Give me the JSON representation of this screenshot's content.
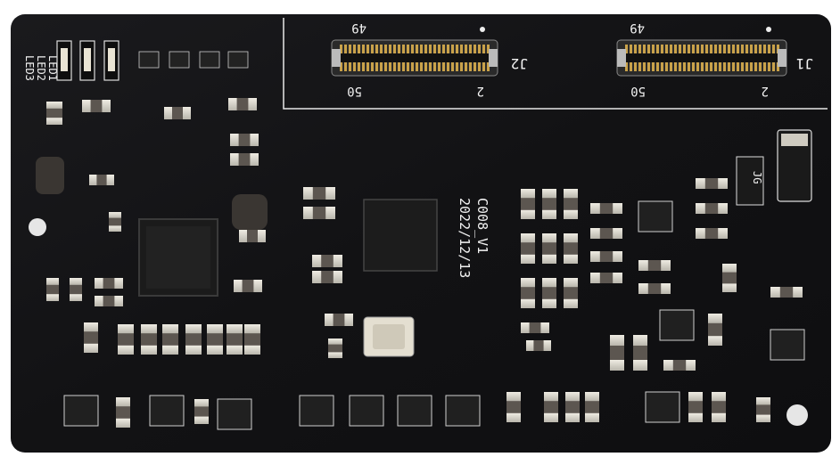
{
  "board": {
    "label_line1": "C008_V1",
    "label_line2": "2022/12/13",
    "led_labels": [
      "LED1",
      "LED2",
      "LED3"
    ],
    "connector_j2": {
      "ref": "J2",
      "pin_top": "49",
      "pin_bottom": "50",
      "pin_right": "2"
    },
    "connector_j1": {
      "ref": "J1",
      "pin_top": "49",
      "pin_bottom": "50",
      "pin_right": "2"
    },
    "jg_label": "JG"
  },
  "colors": {
    "pcb": "#131315",
    "pad_silver": "#d9d6cc",
    "component_body": "#1e1e1e",
    "silkscreen": "#f2f2f2"
  }
}
